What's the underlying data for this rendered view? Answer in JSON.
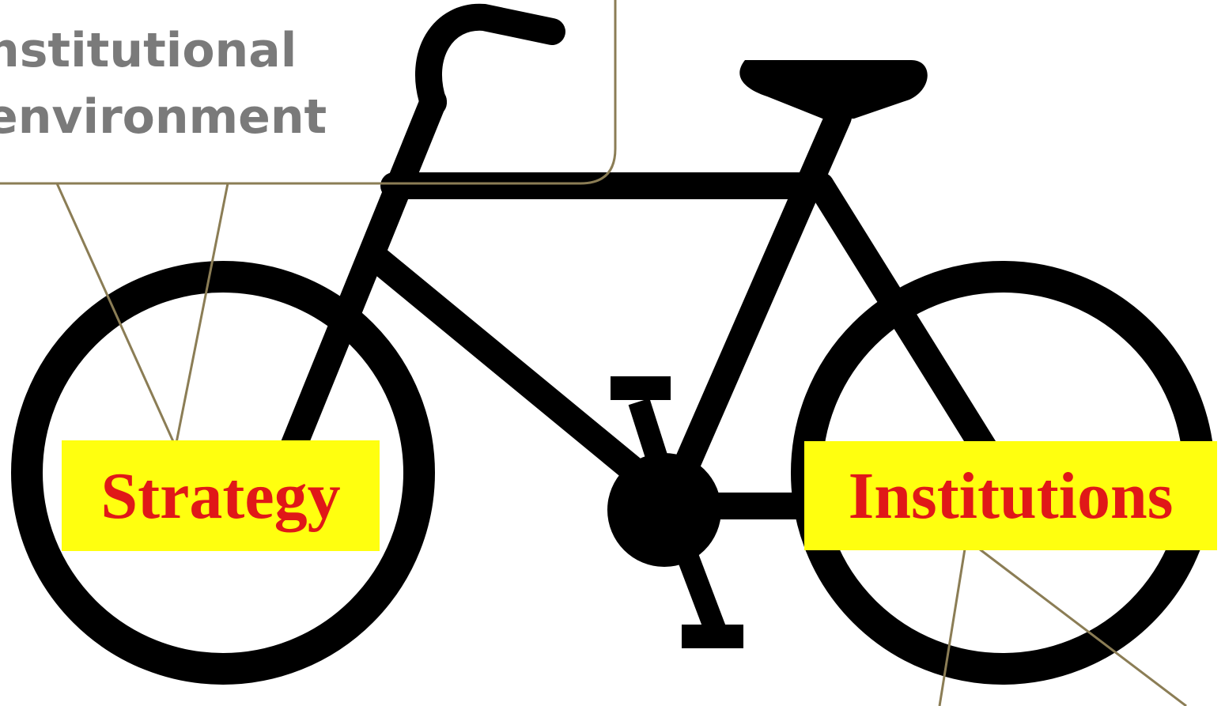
{
  "callout": {
    "line1": "nstitutional",
    "line2": "environment"
  },
  "labels": {
    "left_wheel": "Strategy",
    "right_wheel": "Institutions"
  },
  "colors": {
    "callout_border": "#8b7d55",
    "callout_text": "#7a7a7a",
    "label_background": "#ffff0f",
    "label_text": "#e01818",
    "bicycle": "#000000"
  }
}
